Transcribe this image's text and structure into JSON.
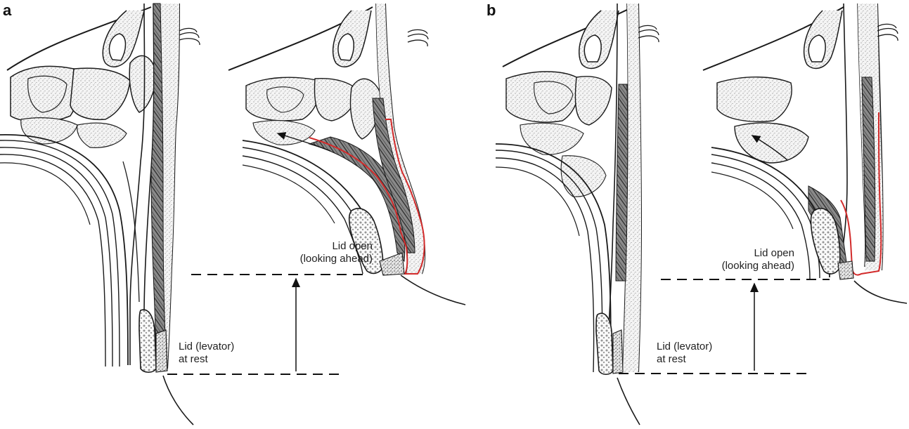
{
  "panels": [
    {
      "letter": "a",
      "rest_label": [
        "Lid (levator)",
        "at rest"
      ],
      "open_label": [
        "Lid open",
        "(looking ahead)"
      ]
    },
    {
      "letter": "b",
      "rest_label": [
        "Lid (levator)",
        "at rest"
      ],
      "open_label": [
        "Lid open",
        "(looking ahead)"
      ]
    }
  ],
  "colors": {
    "outline": "#1a1a1a",
    "tissue_fill": "#f2f2f2",
    "muscle_fill": "#5a5a5a",
    "highlight": "#d22b2b"
  }
}
